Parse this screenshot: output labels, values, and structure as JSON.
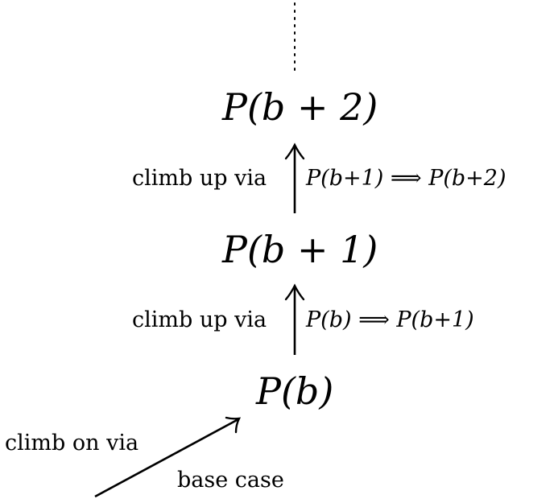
{
  "nodes": {
    "top": "P(b + 2)",
    "middle": "P(b + 1)",
    "bottom": "P(b)"
  },
  "steps": {
    "upper": {
      "label": "climb up via",
      "implication": "P(b+1) ⟹ P(b+2)"
    },
    "lower": {
      "label": "climb up via",
      "implication": "P(b) ⟹ P(b+1)"
    }
  },
  "base": {
    "label": "climb on via",
    "case_label": "base case"
  }
}
